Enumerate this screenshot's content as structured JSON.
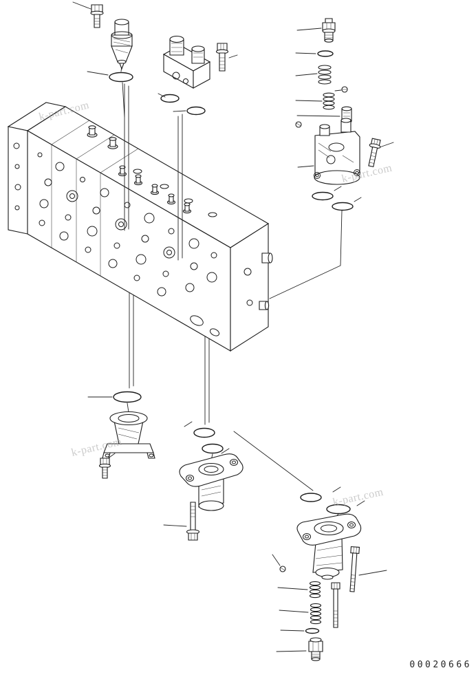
{
  "watermarks": [
    {
      "text": "k-part.com"
    },
    {
      "text": "k-part.com"
    },
    {
      "text": "k-part.com"
    },
    {
      "text": "k-part.com"
    }
  ],
  "footer": {
    "part_number": "00020666"
  },
  "colors": {
    "background": "#ffffff",
    "line": "#1a1a1a",
    "watermark": "#aaaaaa"
  }
}
